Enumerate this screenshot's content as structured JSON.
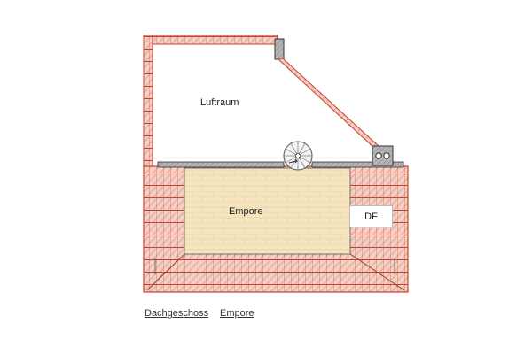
{
  "plan": {
    "rooms": {
      "luftraum": "Luftraum",
      "empore": "Empore",
      "df": "DF"
    }
  },
  "nav": {
    "items": [
      {
        "label": "Dachgeschoss"
      },
      {
        "label": "Empore"
      }
    ]
  },
  "colors": {
    "roof_red": "#c8412e",
    "roof_fill": "#f1c9bd",
    "floor_beige": "#f6e4be",
    "wall_gray": "#9a9a9a"
  }
}
